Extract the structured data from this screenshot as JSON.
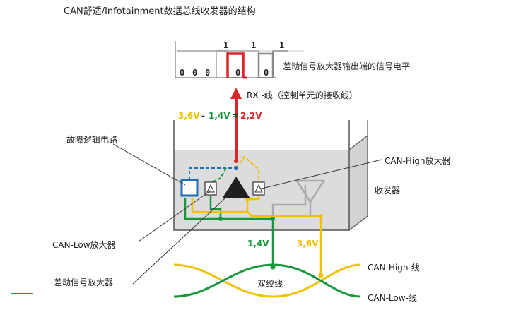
{
  "title": "CAN舒适/Infotainment数据总线收发器的结构",
  "signal": {
    "top_bits": [
      "1",
      "1",
      "1"
    ],
    "bottom_bits": [
      "0",
      "0",
      "0",
      "0",
      "0"
    ],
    "caption": "差动信号放大器输出端的信号电平"
  },
  "rx_line_label": "RX -线（控制单元的接收线）",
  "equation": {
    "high": "3,6V",
    "minus": "-",
    "low": "1,4V",
    "equals": "=",
    "result": "2,2V"
  },
  "labels": {
    "fault_logic": "故障逻辑电路",
    "can_high_amp": "CAN-High放大器",
    "transceiver": "收发器",
    "can_low_amp": "CAN-Low放大器",
    "diff_amp": "差动信号放大器",
    "twisted_pair": "双绞线",
    "can_high_line": "CAN-High-线",
    "can_low_line": "CAN-Low-线",
    "voltage_low": "1,4V",
    "voltage_high": "3,6V"
  },
  "colors": {
    "can_high": "#f2c200",
    "can_low": "#16993b",
    "rx": "#d9262c",
    "fault": "#1d6fb8",
    "housing": "#dcdcdc",
    "outline": "#555555"
  }
}
